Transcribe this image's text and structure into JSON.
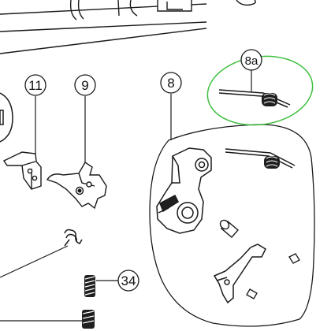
{
  "diagram": {
    "callouts": [
      {
        "id": "11",
        "label": "11"
      },
      {
        "id": "9",
        "label": "9"
      },
      {
        "id": "8",
        "label": "8"
      },
      {
        "id": "8a",
        "label": "8a"
      },
      {
        "id": "34",
        "label": "34"
      }
    ],
    "colors": {
      "line": "#1a1a1a",
      "highlight": "#3fbf3f",
      "part_fill": "#ffffff",
      "spring_dark": "#1f1f1f"
    }
  }
}
